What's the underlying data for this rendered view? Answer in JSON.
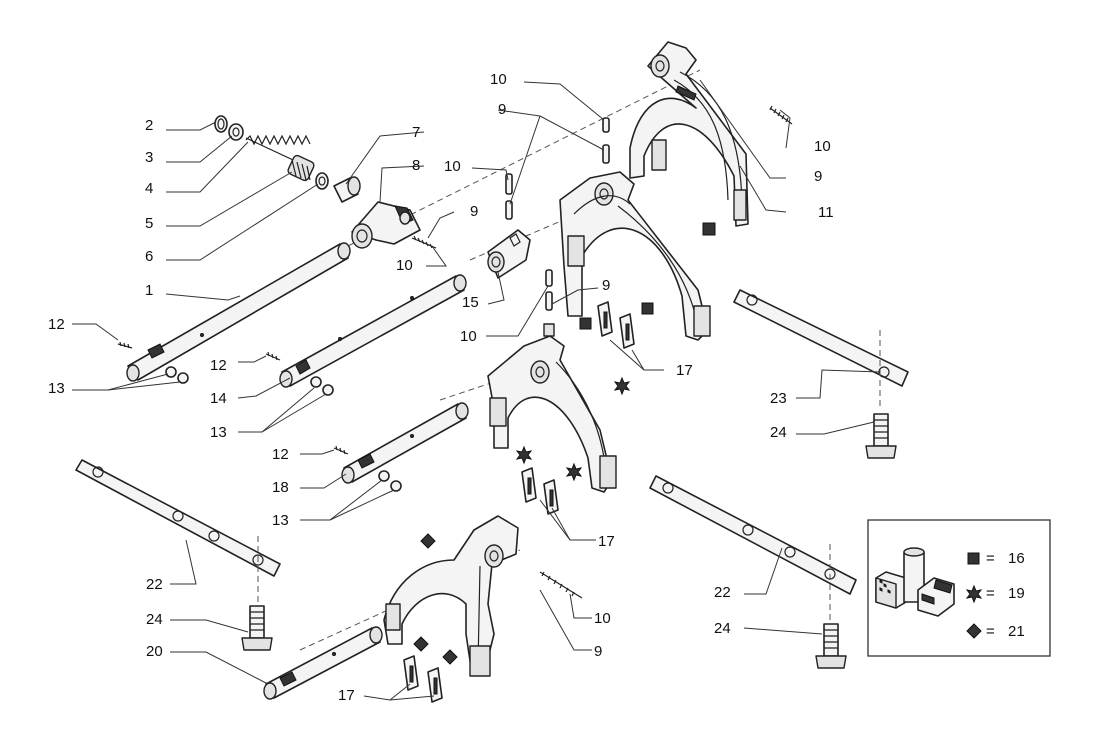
{
  "diagram": {
    "callouts": [
      "1",
      "2",
      "3",
      "4",
      "5",
      "6",
      "7",
      "8",
      "9",
      "10",
      "11",
      "12",
      "13",
      "14",
      "15",
      "17",
      "18",
      "20",
      "22",
      "23",
      "24"
    ],
    "legend": {
      "square_label": "16",
      "star_label": "19",
      "diamond_label": "21",
      "equals": "="
    }
  },
  "labels": {
    "n2": "2",
    "n3": "3",
    "n4": "4",
    "n5": "5",
    "n6": "6",
    "n1": "1",
    "n7": "7",
    "n8": "8",
    "n10a": "10",
    "n9a": "9",
    "n10b": "10",
    "n9b": "9",
    "n10c": "10",
    "n10d": "10",
    "n9d": "9",
    "n11": "11",
    "n15": "15",
    "n9e": "9",
    "n10e": "10",
    "n12a": "12",
    "n13a": "13",
    "n12b": "12",
    "n14": "14",
    "n13b": "13",
    "n17a": "17",
    "n23": "23",
    "n24a": "24",
    "n12c": "12",
    "n18": "18",
    "n13c": "13",
    "n17b": "17",
    "n22a": "22",
    "n24b": "24",
    "n20": "20",
    "n17c": "17",
    "n10f": "10",
    "n9f": "9",
    "n22b": "22",
    "n24c": "24"
  }
}
